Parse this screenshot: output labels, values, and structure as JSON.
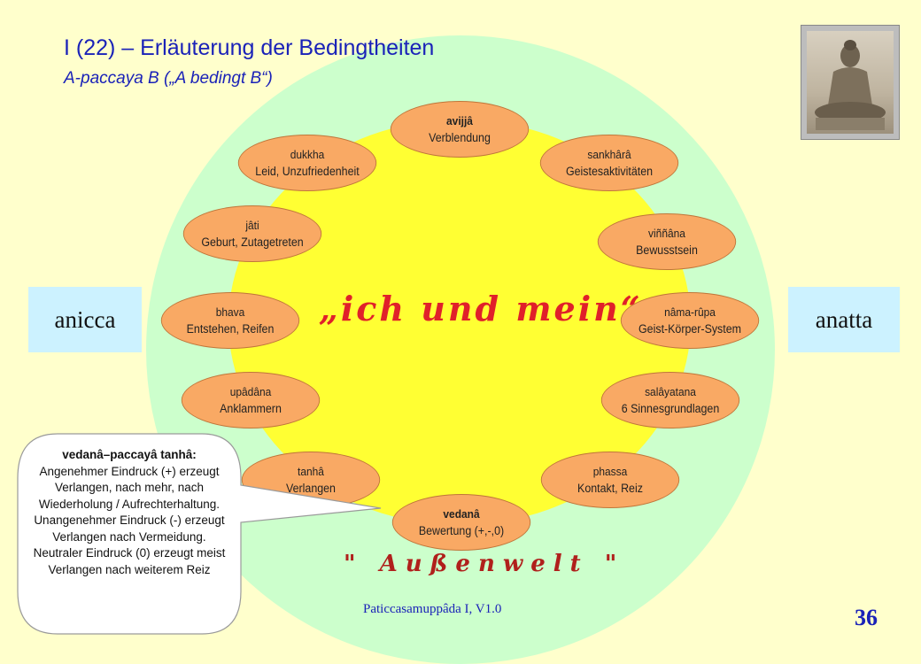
{
  "title": "I (22) – Erläuterung der Bedingtheiten",
  "subtitle": "A-paccaya B („A bedingt B“)",
  "left_box": "anicca",
  "right_box": "anatta",
  "center_text": "„ich und mein“",
  "outer_text": "\" Außenwelt \"",
  "nodes": [
    {
      "term": "avijjâ",
      "meaning": "Verblendung"
    },
    {
      "term": "sankhârâ",
      "meaning": "Geistesaktivitäten"
    },
    {
      "term": "viññâna",
      "meaning": "Bewusstsein"
    },
    {
      "term": "nâma-rûpa",
      "meaning": "Geist-Körper-System"
    },
    {
      "term": "salâyatana",
      "meaning": "6 Sinnesgrundlagen"
    },
    {
      "term": "phassa",
      "meaning": "Kontakt, Reiz"
    },
    {
      "term": "vedanâ",
      "meaning": "Bewertung (+,-,0)"
    },
    {
      "term": "tanhâ",
      "meaning": "Verlangen"
    },
    {
      "term": "upâdâna",
      "meaning": "Anklammern"
    },
    {
      "term": "bhava",
      "meaning": "Entstehen, Reifen"
    },
    {
      "term": "jâti",
      "meaning": "Geburt, Zutagetreten"
    },
    {
      "term": "dukkha",
      "meaning": "Leid, Unzufriedenheit"
    }
  ],
  "callout": {
    "heading": "vedanâ–paccayâ tanhâ:",
    "body": "Angenehmer Eindruck (+) erzeugt Verlangen, nach mehr, nach Wiederholung / Aufrechterhaltung. Unangenehmer Eindruck (-) erzeugt Verlangen nach Vermeidung. Neutraler Eindruck (0) erzeugt meist Verlangen nach weiterem Reiz"
  },
  "footer": "Paticcasamuppâda I,  V1.0",
  "page_number": "36"
}
